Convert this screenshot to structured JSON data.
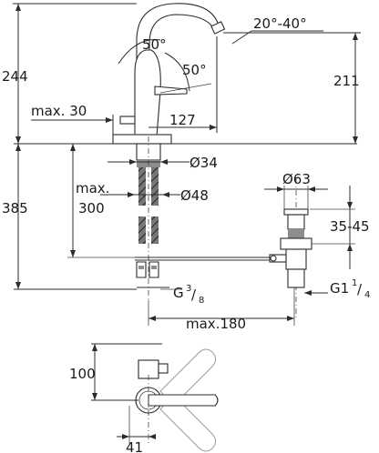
{
  "dimensions": {
    "total_height": "244",
    "spout_height": "211",
    "lever_angle_up": "50°",
    "lever_angle_side": "50°",
    "swivel_angle": "20°-40°",
    "projection": "127",
    "max_30": "max. 30",
    "hole_diameter": "Ø34",
    "base_diameter": "Ø48",
    "below_length": "385",
    "max_300_line1": "max.",
    "max_300_line2": "300",
    "waste_diameter": "Ø63",
    "waste_range": "35-45",
    "connection_left_main": "G",
    "connection_left_frac_num": "3",
    "connection_left_frac_sep": "/",
    "connection_left_frac_den": "8",
    "connection_right_main": "G1",
    "connection_right_frac_num": "1",
    "connection_right_frac_sep": "/",
    "connection_right_frac_den": "4",
    "max_180": "max.180",
    "plan_depth": "100",
    "plan_width": "41"
  },
  "colors": {
    "line": "#2b2b2b",
    "shading": "#8d8d8d",
    "hose": "#555555",
    "ghost": "#9a9a9a"
  }
}
